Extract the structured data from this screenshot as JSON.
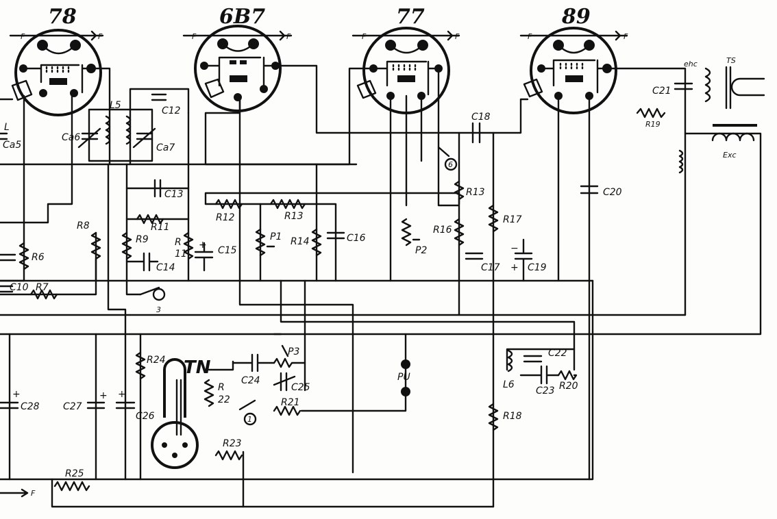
{
  "tubes": {
    "t78": {
      "type": "78",
      "fil_left": "F",
      "fil_right": "F"
    },
    "t6b7": {
      "type": "6B7",
      "fil_left": "F",
      "fil_right": "F"
    },
    "t77": {
      "type": "77",
      "fil_left": "F",
      "fil_right": "F"
    },
    "t89": {
      "type": "89",
      "fil_left": "F",
      "fil_right": "F"
    }
  },
  "labels": {
    "L5": "L5",
    "C12": "C12",
    "Ca6": "Ca6",
    "Ca7": "Ca7",
    "Ca5": "Ca5",
    "L": "L",
    "C13": "C13",
    "C18": "C18",
    "C20": "C20",
    "C21": "C21",
    "R19": "R19",
    "TS": "TS",
    "Exc": "Exc",
    "ehc": "ehc",
    "R12": "R12",
    "R13a": "R13",
    "R13b": "R13",
    "R11a": "R11",
    "R11b": "R",
    "R11c": "11",
    "R9": "R9",
    "C14": "C14",
    "C15": "C15",
    "P1": "P1",
    "R14": "R14",
    "C16": "C16",
    "P2": "P2",
    "R16": "R16",
    "R17": "R17",
    "C17": "C17",
    "C19": "C19",
    "R8": "R8",
    "R6": "R6",
    "R7": "R7",
    "C10": "C10",
    "sw3": "3",
    "sw6": "6",
    "sw1": "1",
    "R24": "R24",
    "TN": "TN",
    "R22a": "R",
    "R22b": "22",
    "C24": "C24",
    "P3": "P3",
    "C25": "C25",
    "R21": "R21",
    "PU": "PU",
    "C22": "C22",
    "L6": "L6",
    "C23": "C23",
    "R20": "R20",
    "R18": "R18",
    "C28": "C28",
    "C27": "C27",
    "C26": "C26",
    "R23": "R23",
    "R25": "R25",
    "F": "F",
    "plus": "+",
    "minus": "−"
  }
}
